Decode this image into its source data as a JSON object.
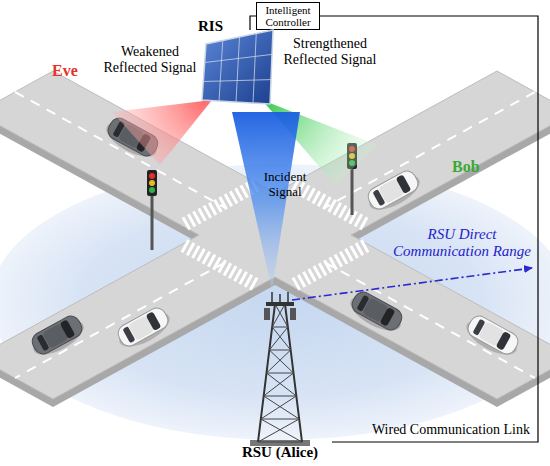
{
  "diagram": {
    "nodes": [
      {
        "text": [
          "Intelligent Controller"
        ]
      },
      {
        "text": [
          "RIS"
        ]
      },
      {
        "text": [
          "Incident Signal"
        ]
      },
      {
        "text": [
          "RSU (Alice)"
        ]
      }
    ],
    "edges": [
      {
        "from": 0,
        "to": 1,
        "arrow": "none"
      },
      {
        "from": 0,
        "to": 3,
        "label": "Wired Communication Link",
        "arrow": "none"
      }
    ],
    "labels": [
      "Weakened Reflected Signal",
      "Strengthened Reflected Signal",
      "Eve",
      "Bob",
      "RSU Direct Communication Range"
    ]
  }
}
